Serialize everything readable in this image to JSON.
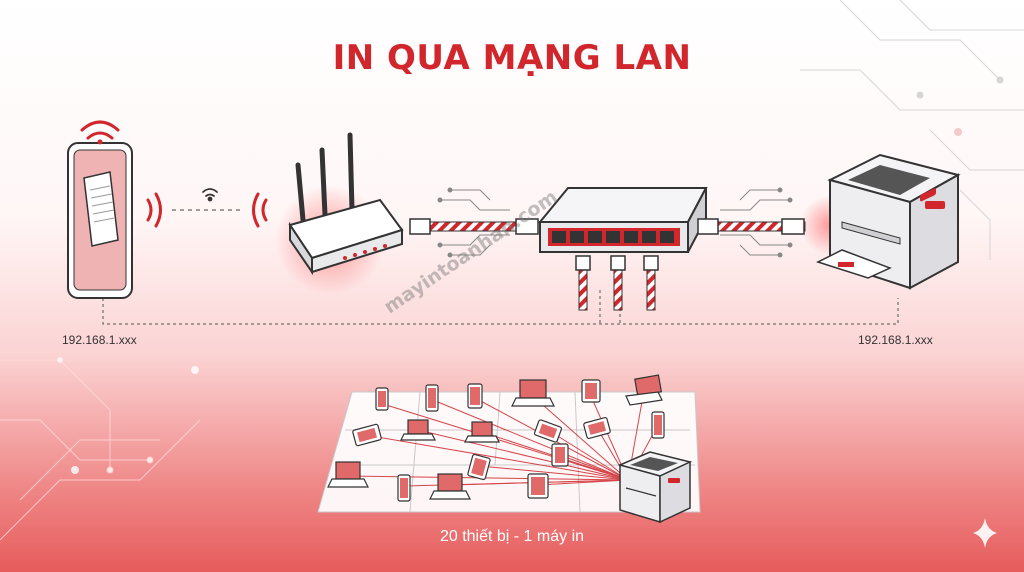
{
  "title": "IN QUA MẠNG LAN",
  "ip_left": "192.168.1.xxx",
  "ip_right": "192.168.1.xxx",
  "watermark": "mayintoanhan.com",
  "caption": "20 thiết bị - 1 máy in",
  "colors": {
    "accent": "#d0262c",
    "dark": "#333333",
    "light_gray": "#e9e9ec"
  },
  "icons": [
    "wifi-icon",
    "smartphone-icon",
    "router-icon",
    "switch-icon",
    "printer-icon",
    "laptop-icon",
    "tablet-icon",
    "sparkle-icon"
  ]
}
